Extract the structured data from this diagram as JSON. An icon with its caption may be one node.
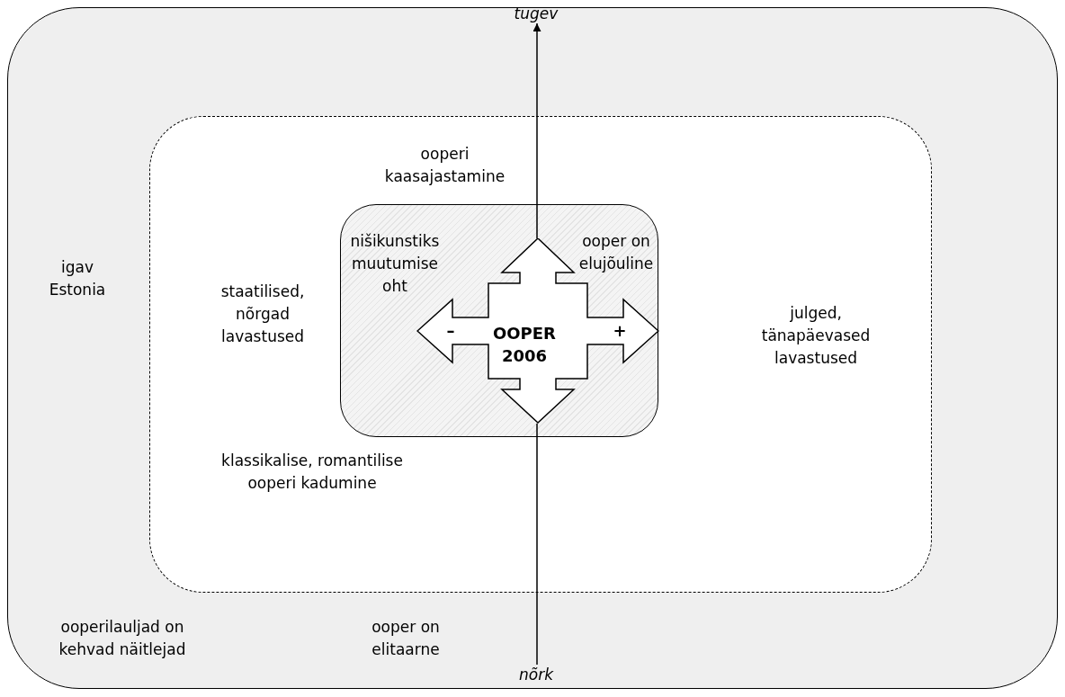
{
  "diagram": {
    "nodes": [
      {
        "text": [
          "igav Estonia",
          "ooperilauljad on kehvad näitlejad",
          "ooper on elitaarne"
        ]
      },
      {
        "text": [
          "tugev"
        ],
        "in": 0
      },
      {
        "text": [
          "ooperi kaasajastamine",
          "staatilised, nõrgad lavastused",
          "julged, tänapäevased lavastused",
          "klassikalise, romantilise ooperi kadumine"
        ],
        "in": 0
      },
      {
        "text": [
          "nišikunstiks muutumise oht",
          "ooper on elujõuline"
        ],
        "in": 2
      },
      {
        "text": [
          "–",
          "OOPER 2006",
          "+"
        ],
        "in": 3
      },
      {
        "text": [
          "nõrk"
        ],
        "in": 0
      }
    ],
    "edges": [
      {
        "from": 5,
        "to": 4,
        "arrow": "none"
      },
      {
        "from": 4,
        "to": 1,
        "arrow": "to"
      }
    ]
  }
}
